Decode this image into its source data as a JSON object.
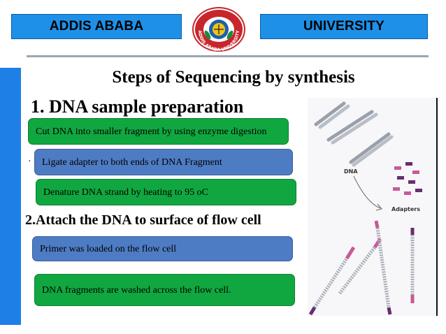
{
  "header": {
    "left_label": "ADDIS ABABA",
    "right_label": "UNIVERSITY",
    "logo_text": "ADDIS ABABA UNIVERSITY"
  },
  "slide": {
    "title": "Steps of Sequencing by synthesis",
    "section1_heading": "1.  DNA sample preparation",
    "bullet_marker": "·",
    "section1_steps": [
      "Cut DNA into smaller fragment by using enzyme digestion",
      "Ligate adapter to both ends of DNA Fragment",
      "Denature DNA strand by heating to 95 oC"
    ],
    "section2_heading": "2.Attach the DNA to surface of flow cell",
    "section2_steps": [
      "Primer was loaded on the flow cell",
      "DNA fragments are washed across the flow cell."
    ]
  },
  "figure": {
    "dna_label": "DNA",
    "adapters_label": "Adapters"
  },
  "colors": {
    "banner": "#1e90e8",
    "sidebar": "#1e80e6",
    "green_box": "#11a740",
    "blue_box": "#4e7cc4"
  }
}
